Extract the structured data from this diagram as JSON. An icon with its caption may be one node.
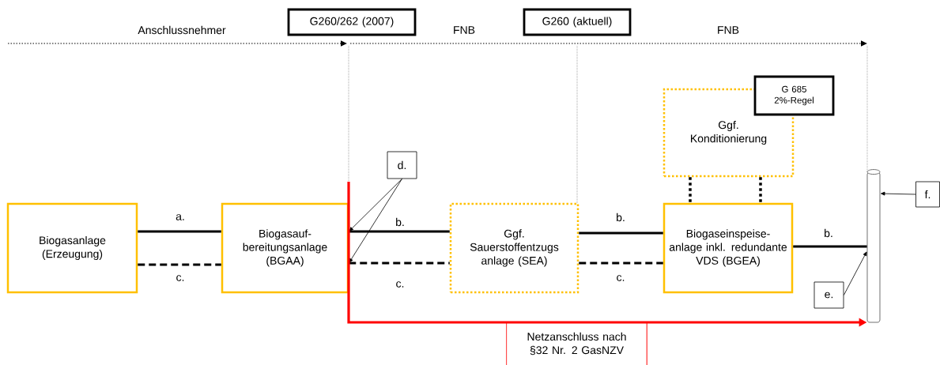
{
  "diagram": {
    "nodes": [
      {
        "text": [
          "Biogasanlage (Erzeugung)"
        ]
      },
      {
        "text": [
          "Biogasauf- bereitungsanlage (BGAA)"
        ]
      },
      {
        "text": [
          "Ggf. Sauerstoffentzugs anlage (SEA)"
        ]
      },
      {
        "text": [
          "Ggf. Konditionierung"
        ]
      },
      {
        "text": [
          "G 685 2%-Regel"
        ]
      },
      {
        "text": [
          "Biogaseinspeise- anlage inkl. redundante VDS (BGEA)"
        ]
      },
      {
        "text": [],
        "shape": "cylinder"
      },
      {
        "text": [
          "d."
        ]
      },
      {
        "text": [
          "e."
        ]
      },
      {
        "text": [
          "f."
        ]
      },
      {
        "text": [
          "G260/262 (2007)"
        ]
      },
      {
        "text": [
          "G260 (aktuell)"
        ]
      },
      {
        "text": [
          "Netzanschluss nach §32 Nr. 2 GasNZV"
        ]
      }
    ],
    "edges": [
      {
        "from": 0,
        "to": 1,
        "arrow": "none",
        "label": "a."
      },
      {
        "from": 0,
        "to": 1,
        "arrow": "none",
        "label": "c.",
        "style": "dashed"
      },
      {
        "from": 1,
        "to": 2,
        "arrow": "none",
        "label": "b."
      },
      {
        "from": 1,
        "to": 2,
        "arrow": "none",
        "label": "c.",
        "style": "dashed"
      },
      {
        "from": 2,
        "to": 5,
        "arrow": "none",
        "label": "b."
      },
      {
        "from": 2,
        "to": 5,
        "arrow": "none",
        "label": "c.",
        "style": "dashed"
      },
      {
        "from": 5,
        "to": 6,
        "arrow": "none",
        "label": "b."
      },
      {
        "from": 3,
        "to": 5,
        "arrow": "none",
        "style": "dashed"
      },
      {
        "from": 3,
        "to": 5,
        "arrow": "none",
        "style": "dashed"
      },
      {
        "from": 7,
        "to": 1,
        "arrow": "to"
      },
      {
        "from": 7,
        "to": 1,
        "arrow": "to"
      },
      {
        "from": 8,
        "to": 6,
        "arrow": "to"
      },
      {
        "from": 9,
        "to": 6,
        "arrow": "to"
      },
      {
        "from": null,
        "to": 6,
        "arrow": "to",
        "color": "#ff0000"
      }
    ],
    "labels": [
      "Anschlussnehmer",
      "FNB",
      "FNB"
    ]
  }
}
